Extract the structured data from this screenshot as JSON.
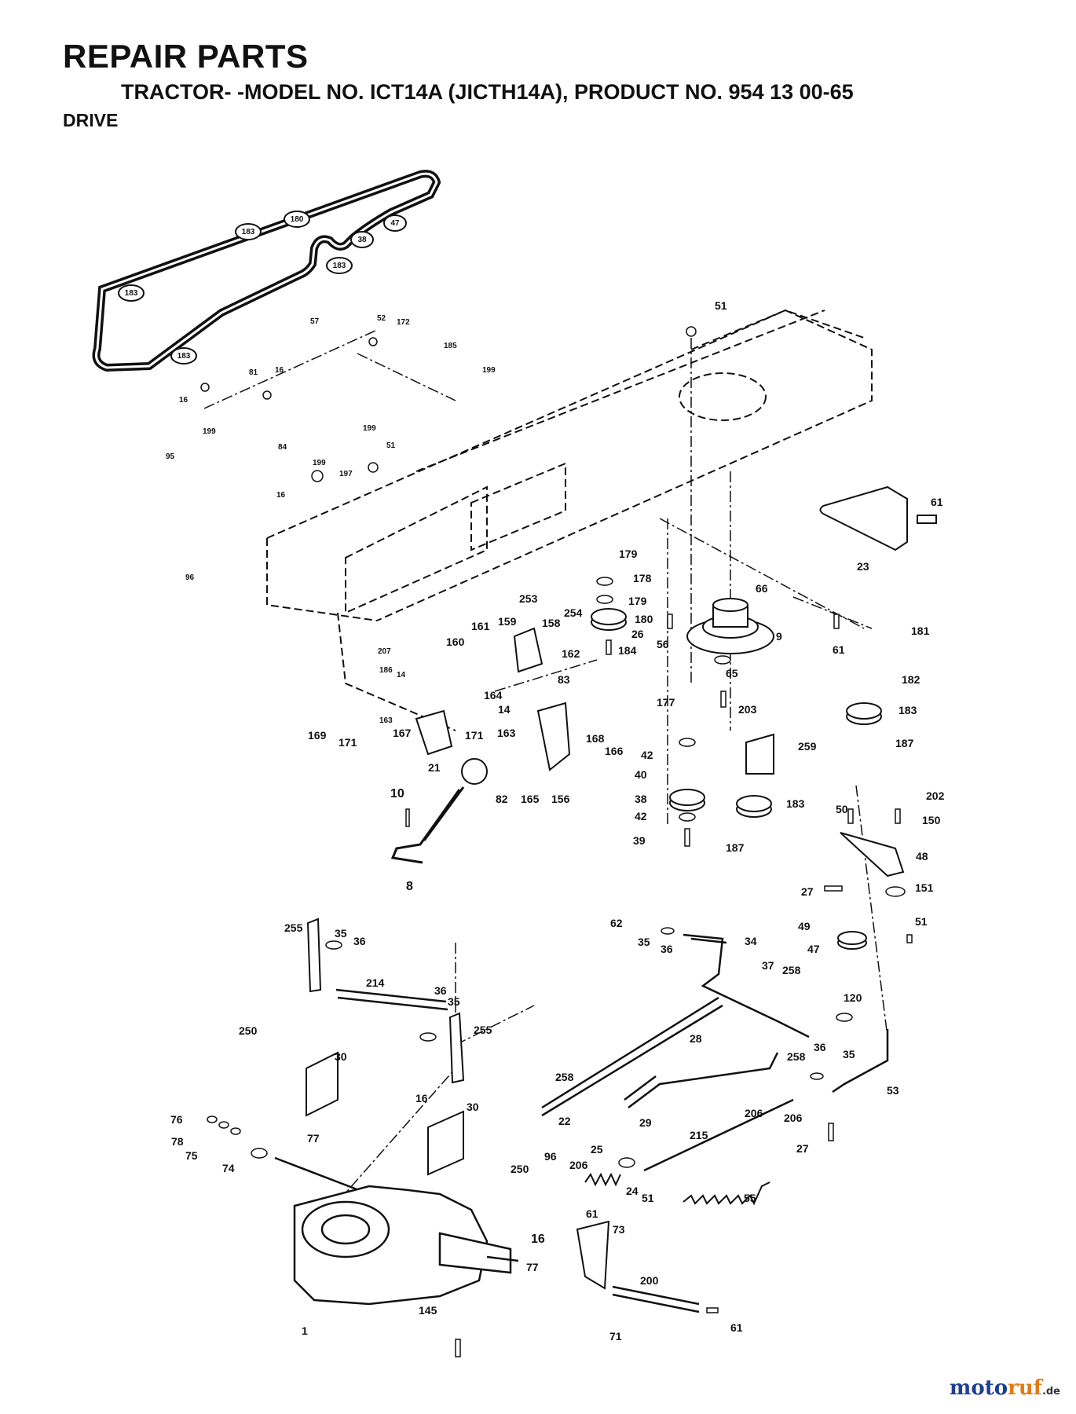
{
  "header": {
    "title": "REPAIR PARTS",
    "subtitle": "TRACTOR- -MODEL NO. ICT14A (JICTH14A), PRODUCT NO. 954 13 00-65",
    "section": "DRIVE"
  },
  "belt_callouts": [
    "183",
    "180",
    "47",
    "38",
    "183",
    "183",
    "183"
  ],
  "part_labels": [
    "57",
    "51",
    "52",
    "172",
    "185",
    "199",
    "16",
    "81",
    "16",
    "199",
    "51",
    "199",
    "84",
    "199",
    "197",
    "16",
    "95",
    "96",
    "61",
    "23",
    "179",
    "178",
    "179",
    "180",
    "26",
    "184",
    "253",
    "254",
    "66",
    "56",
    "9",
    "181",
    "61",
    "182",
    "65",
    "183",
    "187",
    "203",
    "259",
    "161",
    "159",
    "158",
    "160",
    "162",
    "207",
    "186",
    "14",
    "163",
    "164",
    "14",
    "83",
    "163",
    "167",
    "171",
    "169",
    "171",
    "177",
    "42",
    "40",
    "38",
    "42",
    "39",
    "183",
    "187",
    "21",
    "168",
    "166",
    "82",
    "165",
    "156",
    "10",
    "8",
    "50",
    "202",
    "150",
    "48",
    "27",
    "151",
    "49",
    "47",
    "51",
    "120",
    "62",
    "35",
    "36",
    "34",
    "37",
    "258",
    "255",
    "35",
    "36",
    "214",
    "36",
    "35",
    "255",
    "28",
    "258",
    "36",
    "35",
    "250",
    "30",
    "22",
    "258",
    "29",
    "206",
    "206",
    "53",
    "16",
    "30",
    "215",
    "27",
    "76",
    "78",
    "75",
    "74",
    "77",
    "250",
    "96",
    "206",
    "25",
    "24",
    "51",
    "55",
    "61",
    "73",
    "16",
    "77",
    "200",
    "1",
    "145",
    "71",
    "61"
  ],
  "watermark": {
    "part_a": "moto",
    "part_b": "ruf",
    "suffix": ".de"
  }
}
